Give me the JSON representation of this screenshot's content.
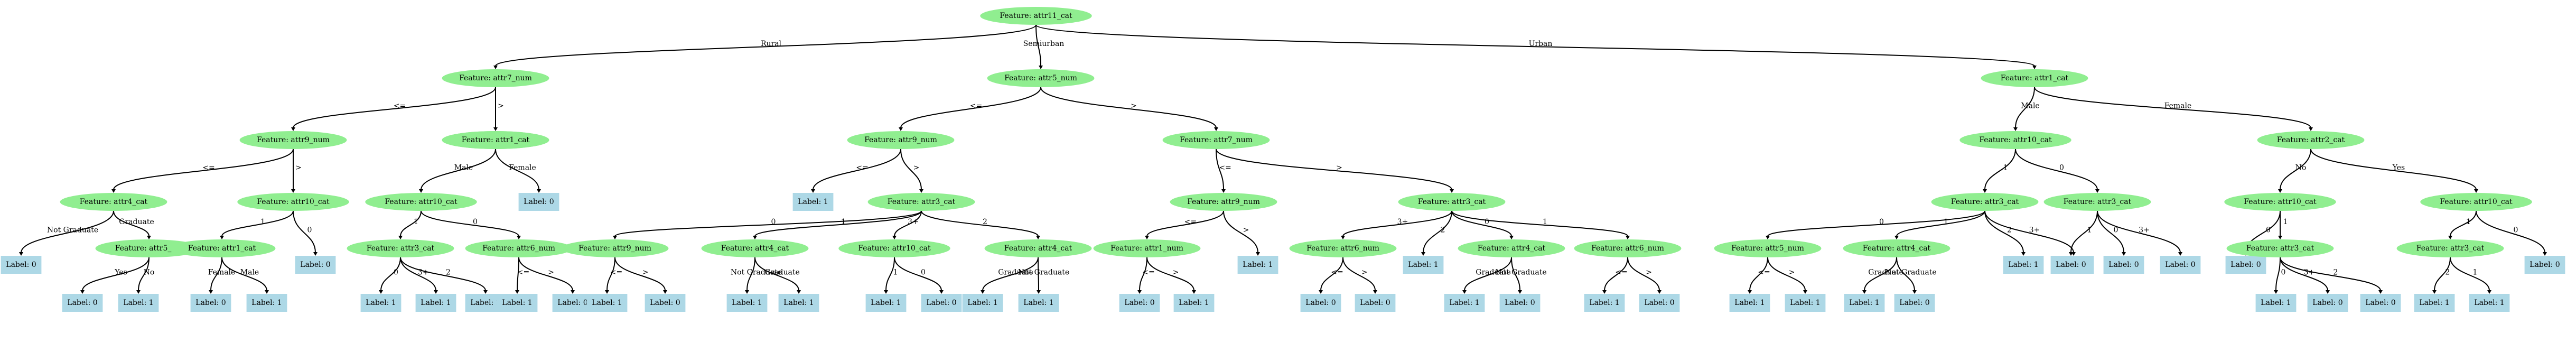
{
  "colors": {
    "feature_node": "#90ee90",
    "label_node": "#add8e6",
    "edge": "#000000"
  },
  "nodes": [
    {
      "id": "n0",
      "text": "Feature: attr11_cat",
      "kind": "feature"
    },
    {
      "id": "n1",
      "text": "Feature: attr7_num",
      "kind": "feature"
    },
    {
      "id": "n2",
      "text": "Feature: attr5_num",
      "kind": "feature"
    },
    {
      "id": "n3",
      "text": "Feature: attr1_cat",
      "kind": "feature"
    },
    {
      "id": "n4",
      "text": "Feature: attr9_num",
      "kind": "feature"
    },
    {
      "id": "n5",
      "text": "Feature: attr1_cat",
      "kind": "feature"
    },
    {
      "id": "n6",
      "text": "Feature: attr4_cat",
      "kind": "feature"
    },
    {
      "id": "n7",
      "text": "Label: 0",
      "kind": "label"
    },
    {
      "id": "n8",
      "text": "Feature: attr5_cat",
      "kind": "feature"
    },
    {
      "id": "n9",
      "text": "Label: 0",
      "kind": "label"
    },
    {
      "id": "n10",
      "text": "Label: 1",
      "kind": "label"
    },
    {
      "id": "n11",
      "text": "Feature: attr10_cat",
      "kind": "feature"
    },
    {
      "id": "n12",
      "text": "Feature: attr1_cat",
      "kind": "feature"
    },
    {
      "id": "n13",
      "text": "Label: 0",
      "kind": "label"
    },
    {
      "id": "n14",
      "text": "Label: 1",
      "kind": "label"
    },
    {
      "id": "n15",
      "text": "Label: 0",
      "kind": "label"
    },
    {
      "id": "n16",
      "text": "Feature: attr10_cat",
      "kind": "feature"
    },
    {
      "id": "n17",
      "text": "Feature: attr3_cat",
      "kind": "feature"
    },
    {
      "id": "n18",
      "text": "Label: 1",
      "kind": "label"
    },
    {
      "id": "n19",
      "text": "Label: 1",
      "kind": "label"
    },
    {
      "id": "n20",
      "text": "Label: 1",
      "kind": "label"
    },
    {
      "id": "n21",
      "text": "Feature: attr6_num",
      "kind": "feature"
    },
    {
      "id": "n22",
      "text": "Label: 1",
      "kind": "label"
    },
    {
      "id": "n23",
      "text": "Label: 0",
      "kind": "label"
    },
    {
      "id": "n24",
      "text": "Label: 0",
      "kind": "label"
    },
    {
      "id": "n25",
      "text": "Feature: attr9_num",
      "kind": "feature"
    },
    {
      "id": "n26",
      "text": "Label: 1",
      "kind": "label"
    },
    {
      "id": "n27",
      "text": "Feature: attr3_cat",
      "kind": "feature"
    },
    {
      "id": "n28",
      "text": "Feature: attr9_num",
      "kind": "feature"
    },
    {
      "id": "n29",
      "text": "Label: 1",
      "kind": "label"
    },
    {
      "id": "n30",
      "text": "Label: 0",
      "kind": "label"
    },
    {
      "id": "n31",
      "text": "Feature: attr4_cat",
      "kind": "feature"
    },
    {
      "id": "n32",
      "text": "Label: 1",
      "kind": "label"
    },
    {
      "id": "n33",
      "text": "Label: 1",
      "kind": "label"
    },
    {
      "id": "n34",
      "text": "Feature: attr10_cat",
      "kind": "feature"
    },
    {
      "id": "n35",
      "text": "Label: 1",
      "kind": "label"
    },
    {
      "id": "n36",
      "text": "Label: 0",
      "kind": "label"
    },
    {
      "id": "n37",
      "text": "Feature: attr4_cat",
      "kind": "feature"
    },
    {
      "id": "n38",
      "text": "Label: 1",
      "kind": "label"
    },
    {
      "id": "n39",
      "text": "Label: 1",
      "kind": "label"
    },
    {
      "id": "n40",
      "text": "Feature: attr7_num",
      "kind": "feature"
    },
    {
      "id": "n41",
      "text": "Feature: attr9_num",
      "kind": "feature"
    },
    {
      "id": "n42",
      "text": "Feature: attr1_num",
      "kind": "feature"
    },
    {
      "id": "n43",
      "text": "Label: 0",
      "kind": "label"
    },
    {
      "id": "n44",
      "text": "Label: 1",
      "kind": "label"
    },
    {
      "id": "n45",
      "text": "Label: 1",
      "kind": "label"
    },
    {
      "id": "n46",
      "text": "Feature: attr3_cat",
      "kind": "feature"
    },
    {
      "id": "n47",
      "text": "Feature: attr6_num",
      "kind": "feature"
    },
    {
      "id": "n48",
      "text": "Label: 0",
      "kind": "label"
    },
    {
      "id": "n49",
      "text": "Label: 0",
      "kind": "label"
    },
    {
      "id": "n50",
      "text": "Label: 1",
      "kind": "label"
    },
    {
      "id": "n51",
      "text": "Feature: attr4_cat",
      "kind": "feature"
    },
    {
      "id": "n52",
      "text": "Label: 1",
      "kind": "label"
    },
    {
      "id": "n53",
      "text": "Label: 0",
      "kind": "label"
    },
    {
      "id": "n54",
      "text": "Feature: attr6_num",
      "kind": "feature"
    },
    {
      "id": "n55",
      "text": "Label: 1",
      "kind": "label"
    },
    {
      "id": "n56",
      "text": "Label: 0",
      "kind": "label"
    },
    {
      "id": "n57",
      "text": "Feature: attr1_cat",
      "kind": "feature"
    },
    {
      "id": "n58",
      "text": "Feature: attr10_cat",
      "kind": "feature"
    },
    {
      "id": "n59",
      "text": "Feature: attr3_cat",
      "kind": "feature"
    },
    {
      "id": "n60",
      "text": "Feature: attr5_num",
      "kind": "feature"
    },
    {
      "id": "n61",
      "text": "Label: 1",
      "kind": "label"
    },
    {
      "id": "n62",
      "text": "Label: 1",
      "kind": "label"
    },
    {
      "id": "n63",
      "text": "Feature: attr4_cat",
      "kind": "feature"
    },
    {
      "id": "n64",
      "text": "Label: 1",
      "kind": "label"
    },
    {
      "id": "n65",
      "text": "Label: 0",
      "kind": "label"
    },
    {
      "id": "n66",
      "text": "Label: 1",
      "kind": "label"
    },
    {
      "id": "n67",
      "text": "Label: 1",
      "kind": "label"
    },
    {
      "id": "n68",
      "text": "Feature: attr3_cat",
      "kind": "feature"
    },
    {
      "id": "n69",
      "text": "Label: 0",
      "kind": "label"
    },
    {
      "id": "n70",
      "text": "Label: 0",
      "kind": "label"
    },
    {
      "id": "n71",
      "text": "Label: 0",
      "kind": "label"
    },
    {
      "id": "n72",
      "text": "Feature: attr2_cat",
      "kind": "feature"
    },
    {
      "id": "n73",
      "text": "Feature: attr10_cat",
      "kind": "feature"
    },
    {
      "id": "n74",
      "text": "Label: 0",
      "kind": "label"
    },
    {
      "id": "n75",
      "text": "Feature: attr3_cat",
      "kind": "feature"
    },
    {
      "id": "n76",
      "text": "Label: 1",
      "kind": "label"
    },
    {
      "id": "n77",
      "text": "Label: 0",
      "kind": "label"
    },
    {
      "id": "n78",
      "text": "Label: 0",
      "kind": "label"
    },
    {
      "id": "n79",
      "text": "Feature: attr10_cat",
      "kind": "feature"
    },
    {
      "id": "n80",
      "text": "Feature: attr3_cat",
      "kind": "feature"
    },
    {
      "id": "n81",
      "text": "Label: 1",
      "kind": "label"
    },
    {
      "id": "n82",
      "text": "Label: 1",
      "kind": "label"
    },
    {
      "id": "n83",
      "text": "Label: 0",
      "kind": "label"
    }
  ],
  "edges": [
    {
      "from": "n0",
      "to": "n1",
      "label": "Rural"
    },
    {
      "from": "n0",
      "to": "n2",
      "label": "Semiurban"
    },
    {
      "from": "n0",
      "to": "n57",
      "label": "Urban"
    },
    {
      "from": "n1",
      "to": "n4",
      "label": "<="
    },
    {
      "from": "n1",
      "to": "n3",
      "label": ">"
    },
    {
      "from": "n4",
      "to": "n6",
      "label": "<="
    },
    {
      "from": "n4",
      "to": "n11",
      "label": ">"
    },
    {
      "from": "n6",
      "to": "n7",
      "label": "Not Graduate"
    },
    {
      "from": "n6",
      "to": "n8",
      "label": "Graduate"
    },
    {
      "from": "n8",
      "to": "n9",
      "label": "Yes"
    },
    {
      "from": "n8",
      "to": "n10",
      "label": "No"
    },
    {
      "from": "n11",
      "to": "n12",
      "label": "1"
    },
    {
      "from": "n11",
      "to": "n15",
      "label": "0"
    },
    {
      "from": "n12",
      "to": "n13",
      "label": "Female"
    },
    {
      "from": "n12",
      "to": "n14",
      "label": "Male"
    },
    {
      "from": "n3",
      "to": "n16",
      "label": "Male"
    },
    {
      "from": "n3",
      "to": "n24",
      "label": "Female"
    },
    {
      "from": "n16",
      "to": "n17",
      "label": "1"
    },
    {
      "from": "n16",
      "to": "n21",
      "label": "0"
    },
    {
      "from": "n17",
      "to": "n18",
      "label": "0"
    },
    {
      "from": "n17",
      "to": "n19",
      "label": "3+"
    },
    {
      "from": "n17",
      "to": "n20",
      "label": "2"
    },
    {
      "from": "n21",
      "to": "n22",
      "label": "<="
    },
    {
      "from": "n21",
      "to": "n23",
      "label": ">"
    },
    {
      "from": "n2",
      "to": "n25",
      "label": "<="
    },
    {
      "from": "n2",
      "to": "n40",
      "label": ">"
    },
    {
      "from": "n25",
      "to": "n26",
      "label": "<="
    },
    {
      "from": "n25",
      "to": "n27",
      "label": ">"
    },
    {
      "from": "n27",
      "to": "n28",
      "label": "0"
    },
    {
      "from": "n27",
      "to": "n31",
      "label": "1"
    },
    {
      "from": "n27",
      "to": "n34",
      "label": "3+"
    },
    {
      "from": "n27",
      "to": "n37",
      "label": "2"
    },
    {
      "from": "n28",
      "to": "n29",
      "label": "<="
    },
    {
      "from": "n28",
      "to": "n30",
      "label": ">"
    },
    {
      "from": "n31",
      "to": "n32",
      "label": "Not Graduate"
    },
    {
      "from": "n31",
      "to": "n33",
      "label": "Graduate"
    },
    {
      "from": "n34",
      "to": "n35",
      "label": "1"
    },
    {
      "from": "n34",
      "to": "n36",
      "label": "0"
    },
    {
      "from": "n37",
      "to": "n38",
      "label": "Graduate"
    },
    {
      "from": "n37",
      "to": "n39",
      "label": "Not Graduate"
    },
    {
      "from": "n40",
      "to": "n41",
      "label": "<="
    },
    {
      "from": "n40",
      "to": "n46",
      "label": ">"
    },
    {
      "from": "n41",
      "to": "n42",
      "label": "<="
    },
    {
      "from": "n41",
      "to": "n45",
      "label": ">"
    },
    {
      "from": "n42",
      "to": "n43",
      "label": "<="
    },
    {
      "from": "n42",
      "to": "n44",
      "label": ">"
    },
    {
      "from": "n46",
      "to": "n47",
      "label": "3+"
    },
    {
      "from": "n46",
      "to": "n50",
      "label": "2"
    },
    {
      "from": "n46",
      "to": "n51",
      "label": "0"
    },
    {
      "from": "n46",
      "to": "n54",
      "label": "1"
    },
    {
      "from": "n47",
      "to": "n48",
      "label": "<="
    },
    {
      "from": "n47",
      "to": "n49",
      "label": ">"
    },
    {
      "from": "n51",
      "to": "n52",
      "label": "Graduate"
    },
    {
      "from": "n51",
      "to": "n53",
      "label": "Not Graduate"
    },
    {
      "from": "n54",
      "to": "n55",
      "label": "<="
    },
    {
      "from": "n54",
      "to": "n56",
      "label": ">"
    },
    {
      "from": "n57",
      "to": "n58",
      "label": "Male"
    },
    {
      "from": "n57",
      "to": "n72",
      "label": "Female"
    },
    {
      "from": "n58",
      "to": "n59",
      "label": "1"
    },
    {
      "from": "n58",
      "to": "n68",
      "label": "0"
    },
    {
      "from": "n59",
      "to": "n60",
      "label": "0"
    },
    {
      "from": "n59",
      "to": "n63",
      "label": "1"
    },
    {
      "from": "n59",
      "to": "n66",
      "label": "2"
    },
    {
      "from": "n59",
      "to": "n67",
      "label": "3+"
    },
    {
      "from": "n60",
      "to": "n61",
      "label": "<="
    },
    {
      "from": "n60",
      "to": "n62",
      "label": ">"
    },
    {
      "from": "n63",
      "to": "n64",
      "label": "Graduate"
    },
    {
      "from": "n63",
      "to": "n65",
      "label": "Not Graduate"
    },
    {
      "from": "n68",
      "to": "n69",
      "label": "1"
    },
    {
      "from": "n68",
      "to": "n70",
      "label": "0"
    },
    {
      "from": "n68",
      "to": "n71",
      "label": "3+"
    },
    {
      "from": "n72",
      "to": "n73",
      "label": "No"
    },
    {
      "from": "n72",
      "to": "n79",
      "label": "Yes"
    },
    {
      "from": "n73",
      "to": "n74",
      "label": "0"
    },
    {
      "from": "n73",
      "to": "n75",
      "label": "1"
    },
    {
      "from": "n75",
      "to": "n76",
      "label": "0"
    },
    {
      "from": "n75",
      "to": "n77",
      "label": "3+"
    },
    {
      "from": "n75",
      "to": "n78",
      "label": "2"
    },
    {
      "from": "n79",
      "to": "n80",
      "label": "1"
    },
    {
      "from": "n79",
      "to": "n83",
      "label": "0"
    },
    {
      "from": "n80",
      "to": "n81",
      "label": "2"
    },
    {
      "from": "n80",
      "to": "n82",
      "label": "1"
    }
  ]
}
